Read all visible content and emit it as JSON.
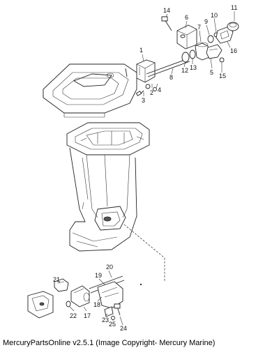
{
  "footer": {
    "caption": "MercuryPartsOnline v2.5.1 (Image Copyright- Mercury Marine)"
  },
  "callouts": [
    {
      "id": "1",
      "label": "1"
    },
    {
      "id": "2",
      "label": "2"
    },
    {
      "id": "3",
      "label": "3"
    },
    {
      "id": "4",
      "label": "4"
    },
    {
      "id": "5",
      "label": "5"
    },
    {
      "id": "6",
      "label": "6"
    },
    {
      "id": "7",
      "label": "7"
    },
    {
      "id": "8",
      "label": "8"
    },
    {
      "id": "9",
      "label": "9"
    },
    {
      "id": "10",
      "label": "10"
    },
    {
      "id": "11",
      "label": "11"
    },
    {
      "id": "12",
      "label": "12"
    },
    {
      "id": "13",
      "label": "13"
    },
    {
      "id": "14",
      "label": "14"
    },
    {
      "id": "15",
      "label": "15"
    },
    {
      "id": "16",
      "label": "16"
    },
    {
      "id": "17",
      "label": "17"
    },
    {
      "id": "18",
      "label": "18"
    },
    {
      "id": "19",
      "label": "19"
    },
    {
      "id": "20",
      "label": "20"
    },
    {
      "id": "21",
      "label": "21"
    },
    {
      "id": "22",
      "label": "22"
    },
    {
      "id": "23",
      "label": "23"
    },
    {
      "id": "24",
      "label": "24"
    },
    {
      "id": "25",
      "label": "25"
    }
  ]
}
